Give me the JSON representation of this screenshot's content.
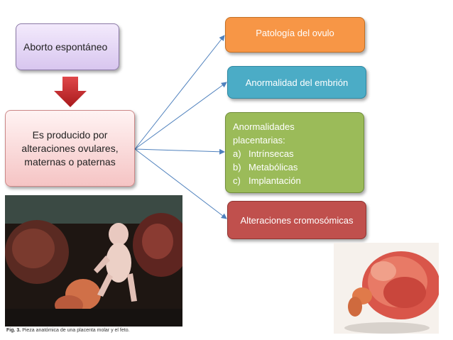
{
  "boxes": {
    "aborto": "Aborto espontáneo",
    "causa": "Es producido por alteraciones ovulares, maternas o paternas",
    "ovulo": "Patología del ovulo",
    "embrion": "Anormalidad del embrión",
    "placenta": {
      "title": "Anormalidades placentarias:",
      "items": [
        {
          "marker": "a)",
          "text": "Intrínsecas"
        },
        {
          "marker": "b)",
          "text": "Metabólicas"
        },
        {
          "marker": "c)",
          "text": "Implantación"
        }
      ]
    },
    "cromosomicas": "Alteraciones cromosómicas"
  },
  "caption": {
    "label": "Fig. 3.",
    "text": "Pieza anatómica de una placenta molar y el feto."
  },
  "colors": {
    "orange": "#f79646",
    "blue": "#4bacc6",
    "green": "#9bbb59",
    "red": "#c0504d",
    "arrow": "#c0282d",
    "connector": "#4f81bd"
  }
}
